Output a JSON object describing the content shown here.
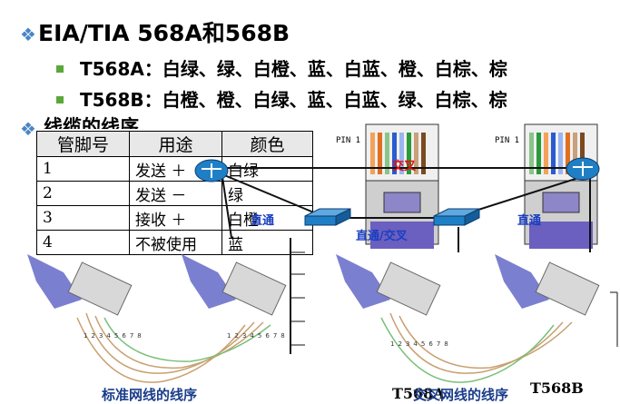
{
  "title": "EIA/TIA 568A和568B",
  "lines": [
    "T568A：白绿、绿、白橙、蓝、白蓝、橙、白棕、棕",
    "T568B：白橙、橙、白绿、蓝、白蓝、绿、白棕、棕"
  ],
  "hidden_heading": "线缆的线序",
  "table": {
    "headers": [
      "管脚号",
      "用途",
      "颜色"
    ],
    "rows": [
      [
        "1",
        "发送 ＋",
        "白绿"
      ],
      [
        "2",
        "发送 －",
        "绿"
      ],
      [
        "3",
        "接收 ＋",
        "白橙"
      ],
      [
        "4",
        "不被使用",
        "蓝"
      ]
    ]
  },
  "diagram": {
    "pin_label": "PIN 1",
    "cross_label": "交叉",
    "straight_left": "直通",
    "straight_cross": "直通/交叉",
    "straight_right": "直通",
    "pin_numbers": [
      "1",
      "2",
      "3",
      "4",
      "5",
      "6",
      "7",
      "8"
    ]
  },
  "captions": {
    "left": "标准网线的线序",
    "right": "交叉网线的线序",
    "t568a": "T568A",
    "t568b": "T568B"
  },
  "colors": {
    "diamond": "#4a86c5",
    "square": "#5aa83a",
    "label_blue": "#1a3fc0",
    "label_red": "#e01010",
    "caption": "#1a3c8a",
    "router": "#1f7fc6"
  }
}
